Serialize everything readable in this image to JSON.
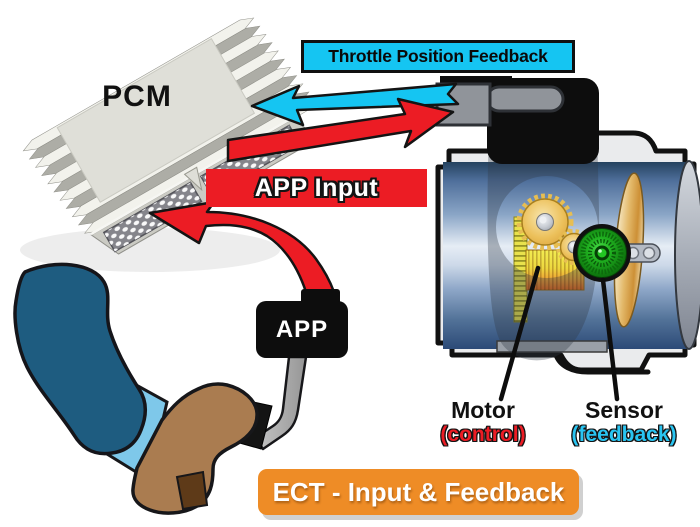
{
  "labels": {
    "pcm": "PCM",
    "throttle_feedback": "Throttle Position Feedback",
    "app_input": "APP Input",
    "app_sensor": "APP",
    "motor_name": "Motor",
    "motor_role": "(control)",
    "sensor_name": "Sensor",
    "sensor_role": "(feedback)",
    "banner": "ECT - Input & Feedback"
  },
  "colors": {
    "feedback_cyan": "#15C5F2",
    "input_red": "#EC1C24",
    "banner_orange": "#EE8C26",
    "sensor_green": "#1E9E1E",
    "motor_orange": "#E8731F",
    "pcm_gray": "#DEDED7",
    "throttle_blue": "#4A6F9F"
  }
}
